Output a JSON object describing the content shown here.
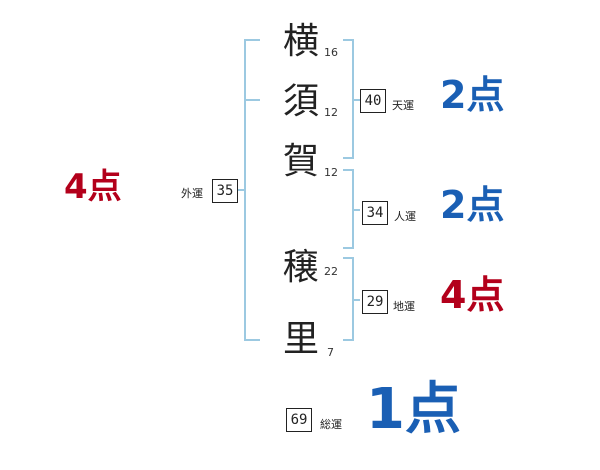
{
  "colors": {
    "bracket": "#9cc9e1",
    "good": "#1a5fb4",
    "bad": "#b3001b"
  },
  "name": {
    "chars": [
      {
        "char": "横",
        "strokes": "16"
      },
      {
        "char": "須",
        "strokes": "12"
      },
      {
        "char": "賀",
        "strokes": "12"
      },
      {
        "char": "穣",
        "strokes": "22"
      },
      {
        "char": "里",
        "strokes": "7"
      }
    ]
  },
  "fortunes": {
    "gaiun": {
      "label": "外運",
      "value": "35",
      "score": "4点",
      "tone": "bad"
    },
    "tenun": {
      "label": "天運",
      "value": "40",
      "score": "2点",
      "tone": "good"
    },
    "jinun": {
      "label": "人運",
      "value": "34",
      "score": "2点",
      "tone": "good"
    },
    "chiun": {
      "label": "地運",
      "value": "29",
      "score": "4点",
      "tone": "bad"
    },
    "souun": {
      "label": "総運",
      "value": "69",
      "score": "1点",
      "tone": "good"
    }
  }
}
